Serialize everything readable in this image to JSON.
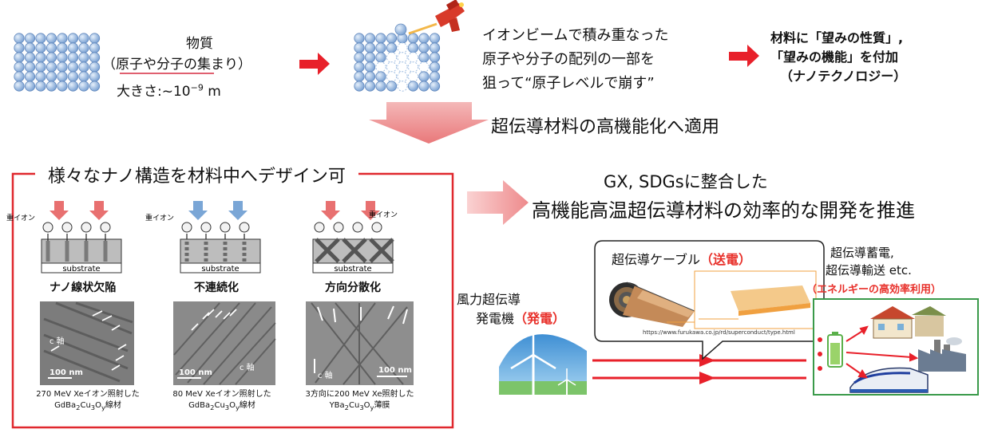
{
  "top": {
    "matter": {
      "title": "物質",
      "line2": "（原子や分子の集まり）",
      "size_label": "大きさ:~10",
      "size_exp": "−9",
      "size_unit": " m"
    },
    "beam_text": [
      "イオンビームで積み重なった",
      "原子や分子の配列の一部を",
      "狙って“原子レベルで崩す”"
    ],
    "result_text": [
      "材料に「望みの性質」,",
      "「望みの機能」を付加",
      "（ナノテクノロジー）"
    ],
    "apply_text": "超伝導材料の高機能化へ適用"
  },
  "left_panel": {
    "title": "様々なナノ構造を材料中へデザイン可",
    "ion_label": "重イオン",
    "substrate_label": "substrate",
    "columns": [
      {
        "name": "ナノ線状欠陥",
        "scale": "100 nm",
        "axis": "c 軸",
        "cap1": "270 MeV Xeイオン照射した",
        "cap2": "GdBa",
        "cap2b": "Cu",
        "cap2c": "O",
        "cap2d": "線材"
      },
      {
        "name": "不連続化",
        "scale": "100 nm",
        "axis": "c 軸",
        "cap1": "80 MeV Xeイオン照射した",
        "cap2": "GdBa",
        "cap2b": "Cu",
        "cap2c": "O",
        "cap2d": "線材"
      },
      {
        "name": "方向分散化",
        "scale": "100 nm",
        "axis": "c 軸",
        "cap1": "3方向に200 MeV Xe照射した",
        "cap2": "YBa",
        "cap2b": "Cu",
        "cap2c": "O",
        "cap2d": "薄膜"
      }
    ],
    "sub2": "2",
    "sub3": "3",
    "suby": "y"
  },
  "right": {
    "goal_line1": "GX, SDGsに整合した",
    "goal_line2": "高機能高温超伝導材料の効率的な開発を推進",
    "wind_label1": "風力超伝導",
    "wind_label2": "発電機",
    "wind_tag": "（発電）",
    "cable_title": "超伝導ケーブル",
    "cable_tag": "（送電）",
    "cable_url": "https://www.furukawa.co.jp/rd/superconduct/type.html",
    "store_line1": "超伝導蓄電,",
    "store_line2": "超伝導輸送 etc.",
    "store_tag": "（エネルギーの高効率利用）"
  },
  "colors": {
    "accent_red": "#e8202a",
    "frame_red": "#e0282e",
    "tag_red": "#e8302a",
    "green_frame": "#3a9a4a",
    "atom_blue": "#9cbbe0"
  }
}
